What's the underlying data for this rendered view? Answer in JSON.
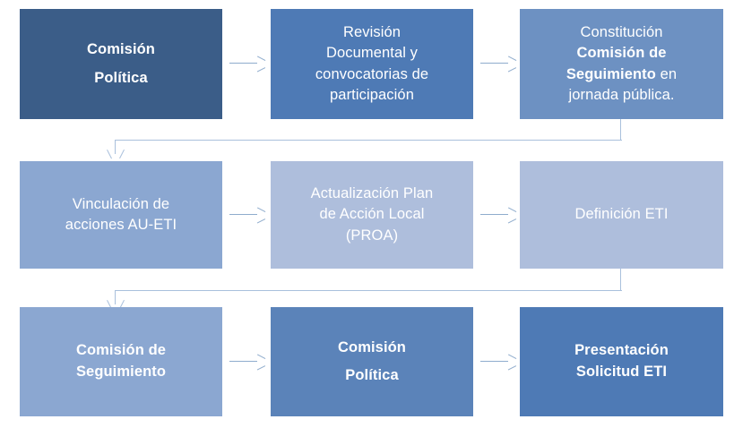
{
  "diagram": {
    "type": "flowchart",
    "title": "",
    "rows": 3,
    "columns": 3,
    "colors": {
      "dark_blue": "#3b5d88",
      "medium_blue": "#4e7ab5",
      "medium_blue_2": "#5b83b9",
      "steel_blue": "#6d91c2",
      "light_blue": "#8ba7d1",
      "lighter_blue": "#aebedc",
      "connector": "#a9c0dc",
      "arrow": "#8faccd",
      "text": "#ffffff",
      "background": "#ffffff"
    },
    "nodes": [
      {
        "id": "n1",
        "row": 1,
        "col": 1,
        "line1": "Comisión",
        "line2": "Política",
        "bold": true,
        "shade": "dark_blue"
      },
      {
        "id": "n2",
        "row": 1,
        "col": 2,
        "line1": "Revisión",
        "line2": "Documental y",
        "line3": "convocatorias de",
        "line4": "participación",
        "bold": false,
        "shade": "medium_blue"
      },
      {
        "id": "n3",
        "row": 1,
        "col": 3,
        "line1": "Constitución",
        "line2_bold": "Comisión de",
        "line3_bold": "Seguimiento",
        "line3_rest": " en",
        "line4": "jornada pública.",
        "bold": false,
        "shade": "steel_blue"
      },
      {
        "id": "n4",
        "row": 2,
        "col": 1,
        "line1": "Vinculación de",
        "line2": "acciones AU-ETI",
        "bold": false,
        "shade": "light_blue"
      },
      {
        "id": "n5",
        "row": 2,
        "col": 2,
        "line1": "Actualización Plan",
        "line2": "de Acción Local",
        "line3": "(PROA)",
        "bold": false,
        "shade": "lighter_blue"
      },
      {
        "id": "n6",
        "row": 2,
        "col": 3,
        "line1": "Definición  ETI",
        "bold": false,
        "shade": "lighter_blue"
      },
      {
        "id": "n7",
        "row": 3,
        "col": 1,
        "line1": "Comisión de",
        "line2": "Seguimiento",
        "bold": true,
        "shade": "light_blue"
      },
      {
        "id": "n8",
        "row": 3,
        "col": 2,
        "line1": "Comisión",
        "line2": "Política",
        "bold": true,
        "shade": "medium_blue_2"
      },
      {
        "id": "n9",
        "row": 3,
        "col": 3,
        "line1": "Presentación",
        "line2": "Solicitud ETI",
        "bold": true,
        "shade": "medium_blue"
      }
    ],
    "connectors": [
      {
        "id": "c1",
        "from": "n1",
        "to": "n2",
        "style": "straight-right"
      },
      {
        "id": "c2",
        "from": "n2",
        "to": "n3",
        "style": "straight-right"
      },
      {
        "id": "c3",
        "from": "n3",
        "to": "n4",
        "style": "elbow-wrap"
      },
      {
        "id": "c4",
        "from": "n4",
        "to": "n5",
        "style": "straight-right"
      },
      {
        "id": "c5",
        "from": "n5",
        "to": "n6",
        "style": "straight-right"
      },
      {
        "id": "c6",
        "from": "n6",
        "to": "n7",
        "style": "elbow-wrap"
      },
      {
        "id": "c7",
        "from": "n7",
        "to": "n8",
        "style": "straight-right"
      },
      {
        "id": "c8",
        "from": "n8",
        "to": "n9",
        "style": "straight-right"
      }
    ]
  }
}
